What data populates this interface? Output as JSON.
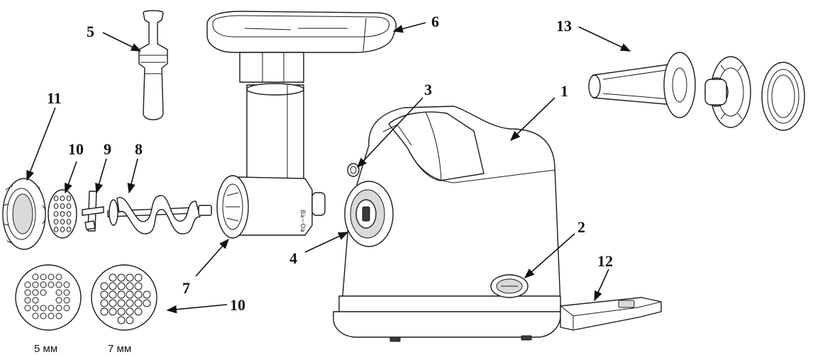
{
  "diagram": {
    "callouts": {
      "c1": "1",
      "c2": "2",
      "c3": "3",
      "c4": "4",
      "c5": "5",
      "c6": "6",
      "c7": "7",
      "c8": "8",
      "c9": "9",
      "c10_top": "10",
      "c10_bottom": "10",
      "c11": "11",
      "c12": "12",
      "c13": "13"
    },
    "plate_captions": {
      "small": "5 мм",
      "large": "7 мм"
    }
  }
}
